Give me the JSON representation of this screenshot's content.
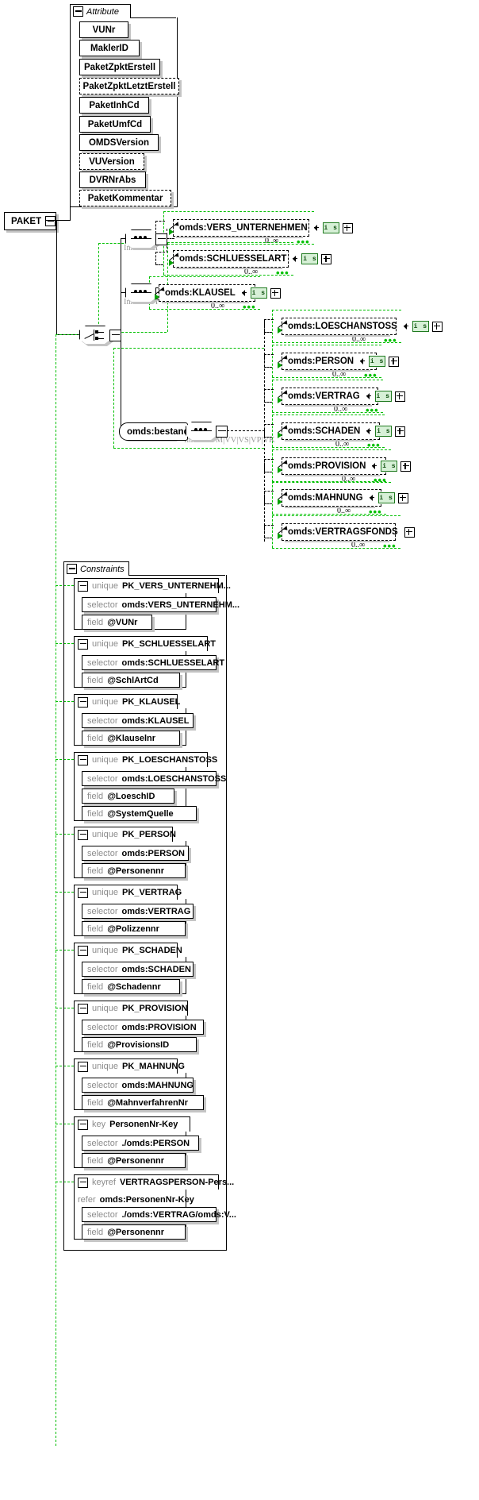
{
  "diagram": {
    "type": "xml-schema-element-diagram",
    "root_element": {
      "name": "PAKET"
    }
  },
  "attribute_group": {
    "title": "Attribute",
    "toggle": "minus",
    "items": [
      {
        "name": "VUNr",
        "optional": false
      },
      {
        "name": "MaklerID",
        "optional": false
      },
      {
        "name": "PaketZpktErstell",
        "optional": false
      },
      {
        "name": "PaketZpktLetztErstell",
        "optional": true
      },
      {
        "name": "PaketInhCd",
        "optional": false
      },
      {
        "name": "PaketUmfCd",
        "optional": false
      },
      {
        "name": "OMDSVersion",
        "optional": false
      },
      {
        "name": "VUVersion",
        "optional": true
      },
      {
        "name": "DVRNrAbs",
        "optional": false
      },
      {
        "name": "PaketKommentar",
        "optional": true
      }
    ]
  },
  "compositors": {
    "choice": {
      "kind": "choice",
      "label": ""
    },
    "seq_ai": {
      "kind": "sequence",
      "label": "InhCd=AI"
    },
    "seq_vi": {
      "kind": "sequence",
      "label": "InhCd=VI"
    },
    "seq_bestand": {
      "kind": "sequence",
      "label": "InhCd=VM|VV|VS|VP|VK"
    }
  },
  "model_group": {
    "name": "omds:bestand"
  },
  "elements": {
    "badge": "i s",
    "expander": "plus",
    "branch_ai": [
      {
        "name": "omds:VERS_UNTERNEHMEN",
        "occurs": "0..∞",
        "badge": true,
        "expandable": true
      },
      {
        "name": "omds:SCHLUESSELART",
        "occurs": "0..∞",
        "badge": true,
        "expandable": true
      }
    ],
    "branch_vi": [
      {
        "name": "omds:KLAUSEL",
        "occurs": "0..∞",
        "badge": true,
        "expandable": true
      }
    ],
    "branch_bestand": [
      {
        "name": "omds:LOESCHANSTOSS",
        "occurs": "0..∞",
        "badge": true,
        "expandable": true
      },
      {
        "name": "omds:PERSON",
        "occurs": "0..∞",
        "badge": true,
        "expandable": true
      },
      {
        "name": "omds:VERTRAG",
        "occurs": "0..∞",
        "badge": true,
        "expandable": true
      },
      {
        "name": "omds:SCHADEN",
        "occurs": "0..∞",
        "badge": true,
        "expandable": true
      },
      {
        "name": "omds:PROVISION",
        "occurs": "0..∞",
        "badge": true,
        "expandable": true
      },
      {
        "name": "omds:MAHNUNG",
        "occurs": "0..∞",
        "badge": true,
        "expandable": true
      },
      {
        "name": "omds:VERTRAGSFONDS",
        "occurs": "0..∞",
        "badge": false,
        "expandable": true
      }
    ]
  },
  "constraints_group": {
    "title": "Constraints",
    "toggle": "minus",
    "labels": {
      "selector": "selector",
      "field": "field",
      "refer": "refer"
    },
    "items": [
      {
        "kind": "unique",
        "name": "PK_VERS_UNTERNEHM...",
        "selector": "omds:VERS_UNTERNEHM...",
        "fields": [
          "@VUNr"
        ]
      },
      {
        "kind": "unique",
        "name": "PK_SCHLUESSELART",
        "selector": "omds:SCHLUESSELART",
        "fields": [
          "@SchlArtCd"
        ]
      },
      {
        "kind": "unique",
        "name": "PK_KLAUSEL",
        "selector": "omds:KLAUSEL",
        "fields": [
          "@Klauselnr"
        ]
      },
      {
        "kind": "unique",
        "name": "PK_LOESCHANSTOSS",
        "selector": "omds:LOESCHANSTOSS",
        "fields": [
          "@LoeschID",
          "@SystemQuelle"
        ]
      },
      {
        "kind": "unique",
        "name": "PK_PERSON",
        "selector": "omds:PERSON",
        "fields": [
          "@Personennr"
        ]
      },
      {
        "kind": "unique",
        "name": "PK_VERTRAG",
        "selector": "omds:VERTRAG",
        "fields": [
          "@Polizzennr"
        ]
      },
      {
        "kind": "unique",
        "name": "PK_SCHADEN",
        "selector": "omds:SCHADEN",
        "fields": [
          "@Schadennr"
        ]
      },
      {
        "kind": "unique",
        "name": "PK_PROVISION",
        "selector": "omds:PROVISION",
        "fields": [
          "@ProvisionsID"
        ]
      },
      {
        "kind": "unique",
        "name": "PK_MAHNUNG",
        "selector": "omds:MAHNUNG",
        "fields": [
          "@MahnverfahrenNr"
        ]
      },
      {
        "kind": "key",
        "name": "PersonenNr-Key",
        "selector": "./omds:PERSON",
        "fields": [
          "@Personennr"
        ]
      },
      {
        "kind": "keyref",
        "name": "VERTRAGSPERSON-Pers...",
        "refer": "omds:PersonenNr-Key",
        "selector": "./omds:VERTRAG/omds:V...",
        "fields": [
          "@Personennr"
        ]
      }
    ]
  },
  "colors": {
    "line": "#000000",
    "green_ref": "#00c000",
    "badge_bg": "#d7f0d7",
    "badge_border": "#1f7a1f",
    "shadow": "#c4c4c4",
    "muted_text": "#8c8c8c"
  }
}
